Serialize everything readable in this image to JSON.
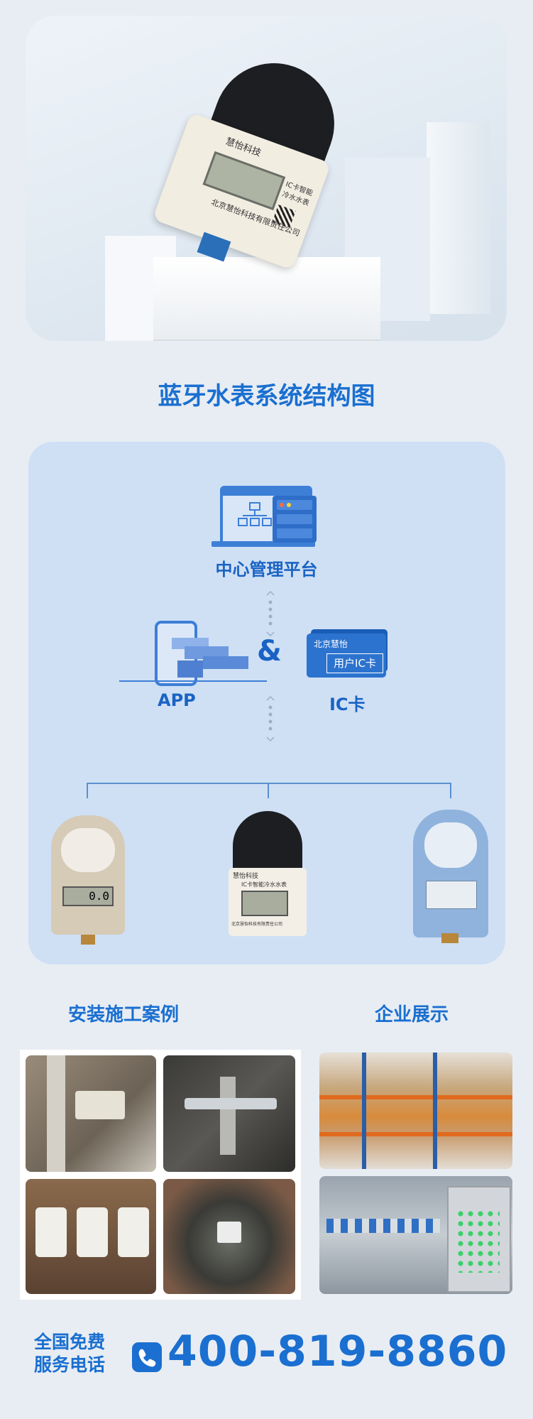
{
  "hero": {
    "meter_brand": "慧怡科技",
    "meter_model": "IC卡智能冷水水表",
    "meter_maker": "北京慧怡科技有限责任公司"
  },
  "system": {
    "title": "蓝牙水表系统结构图",
    "platform_label": "中心管理平台",
    "app_label": "APP",
    "amp": "&",
    "ic_label": "IC卡",
    "card_line1": "北京慧怡",
    "card_line2": "用户IC卡",
    "meter1_reading": "0.0",
    "meter2_brand": "慧怡科技",
    "meter2_model": "IC卡智能冷水水表",
    "meter2_maker": "北京慧怡科技有限责任公司"
  },
  "cases": {
    "install_title": "安装施工案例",
    "company_title": "企业展示"
  },
  "footer": {
    "line1": "全国免费",
    "line2": "服务电话",
    "phone": "400-819-8860"
  },
  "colors": {
    "accent": "#1a6fd0",
    "panel": "#cfe0f5",
    "background": "#e8edf3"
  }
}
